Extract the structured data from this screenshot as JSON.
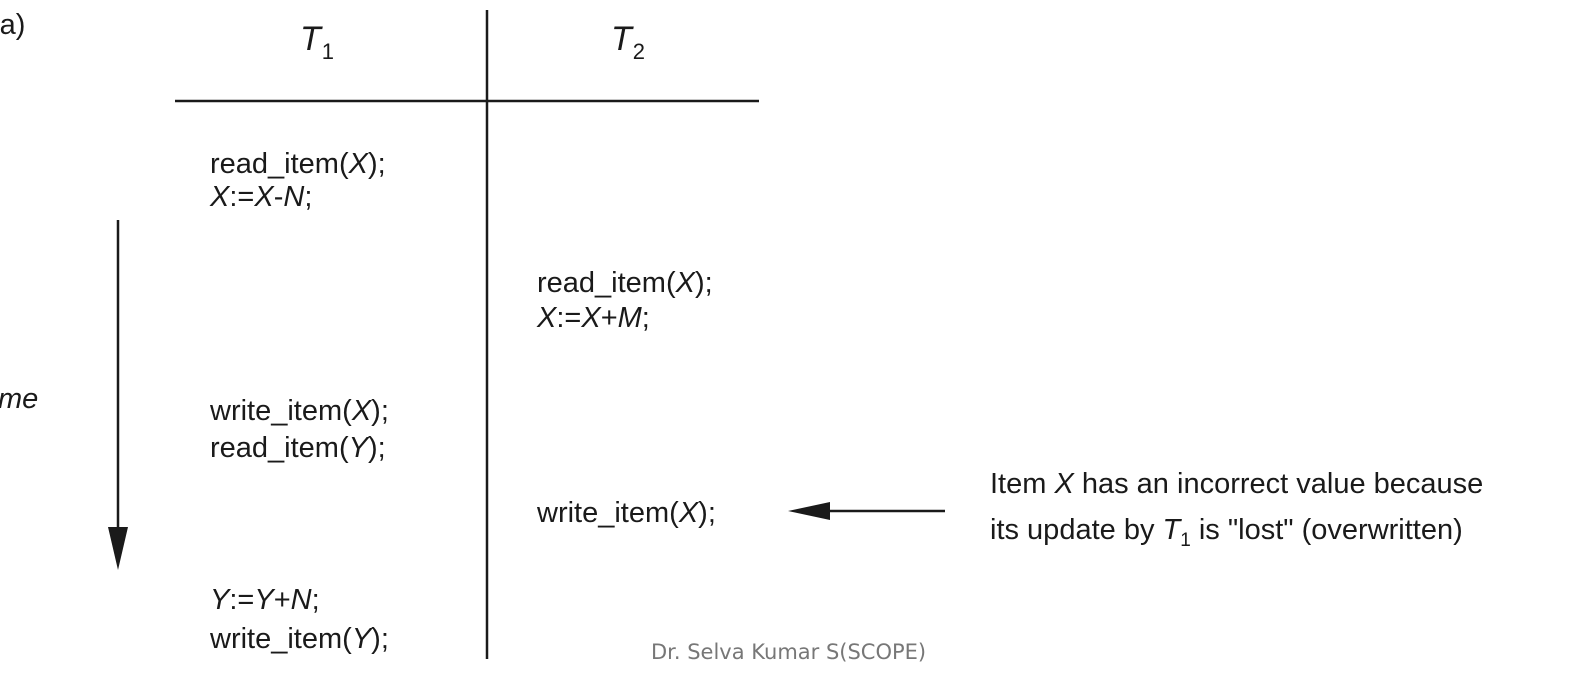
{
  "diagram": {
    "panel_label": "(a)",
    "time_label": "me",
    "columns": [
      {
        "italic": "T",
        "sub": "1"
      },
      {
        "italic": "T",
        "sub": "2"
      }
    ],
    "t1_ops": {
      "a1": {
        "pre": "read_item(",
        "var": "X",
        "post": ");"
      },
      "a2": {
        "v1": "X",
        "mid": ":=",
        "v2": "X",
        "op": "-",
        "v3": "N",
        "end": ";"
      },
      "b1": {
        "pre": "write_item(",
        "var": "X",
        "post": ");"
      },
      "b2": {
        "pre": "read_item(",
        "var": "Y",
        "post": ");"
      },
      "c1": {
        "v1": "Y",
        "mid": ":=",
        "v2": "Y",
        "op": "+",
        "v3": "N",
        "end": ";"
      },
      "c2": {
        "pre": "write_item(",
        "var": "Y",
        "post": ");"
      }
    },
    "t2_ops": {
      "a1": {
        "pre": "read_item(",
        "var": "X",
        "post": ");"
      },
      "a2": {
        "v1": "X",
        "mid": ":=",
        "v2": "X",
        "op": "+",
        "v3": "M",
        "end": ";"
      },
      "b1": {
        "pre": "write_item(",
        "var": "X",
        "post": ");"
      }
    },
    "annotation": {
      "line1_pre": "Item ",
      "line1_var": "X",
      "line1_post": " has an incorrect value because",
      "line2_pre": "its update by ",
      "line2_var": "T",
      "line2_sub": "1",
      "line2_post": " is \"lost\" (overwritten)"
    }
  },
  "footer": "Dr. Selva Kumar S(SCOPE)"
}
